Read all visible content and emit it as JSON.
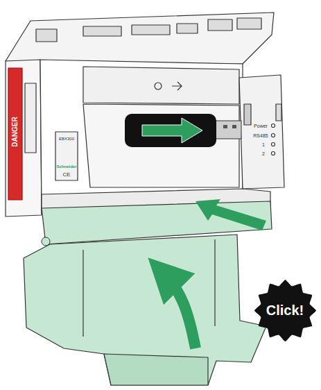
{
  "diagram": {
    "nodes": [
      {
        "text": [
          "Click!"
        ]
      }
    ],
    "labels": [
      "DANGER",
      "EBX300",
      "Schneider",
      "CE",
      "Power",
      "RS485",
      "1",
      "2"
    ]
  }
}
